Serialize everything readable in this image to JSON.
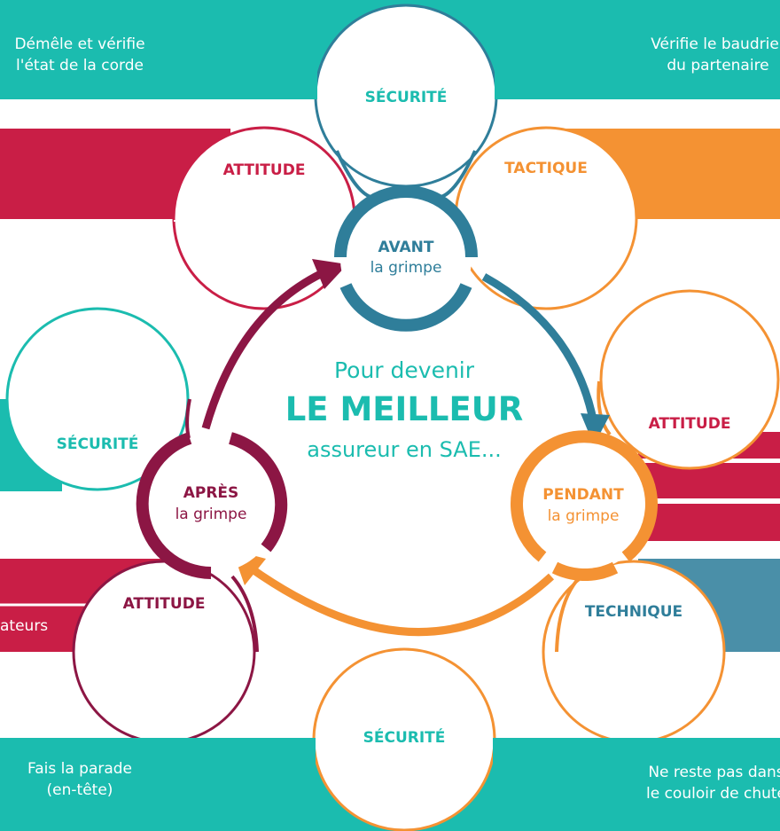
{
  "colors": {
    "teal": "#1bbcaf",
    "crimson": "#c91e46",
    "orange": "#f49233",
    "blue": "#2f7e9a",
    "maroon": "#8c1644",
    "steel": "#4a8fa8"
  },
  "center": {
    "line1": "Pour devenir",
    "line2": "LE MEILLEUR",
    "line3": "assureur en SAE..."
  },
  "phases": {
    "avant": {
      "title": "AVANT",
      "sub": "la grimpe"
    },
    "pendant": {
      "title": "PENDANT",
      "sub": "la grimpe"
    },
    "apres": {
      "title": "APRÈS",
      "sub": "la grimpe"
    }
  },
  "categories": {
    "securite_top": "SÉCURITÉ",
    "attitude_top_left": "ATTITUDE",
    "tactique_top_right": "TACTIQUE",
    "attitude_right": "ATTITUDE",
    "technique_right": "TECHNIQUE",
    "securite_left": "SÉCURITÉ",
    "attitude_left": "ATTITUDE",
    "securite_bottom": "SÉCURITÉ"
  },
  "tips": {
    "top_left": [
      "Démêle et vérifie",
      "l'état de la corde"
    ],
    "top_right": [
      "Vérifie le baudrier",
      "du partenaire"
    ],
    "bottom_left": [
      "Fais la parade",
      "(en-tête)"
    ],
    "bottom_right": [
      "Ne reste pas dans",
      "le couloir de chute"
    ],
    "left_partial": "ateurs"
  }
}
